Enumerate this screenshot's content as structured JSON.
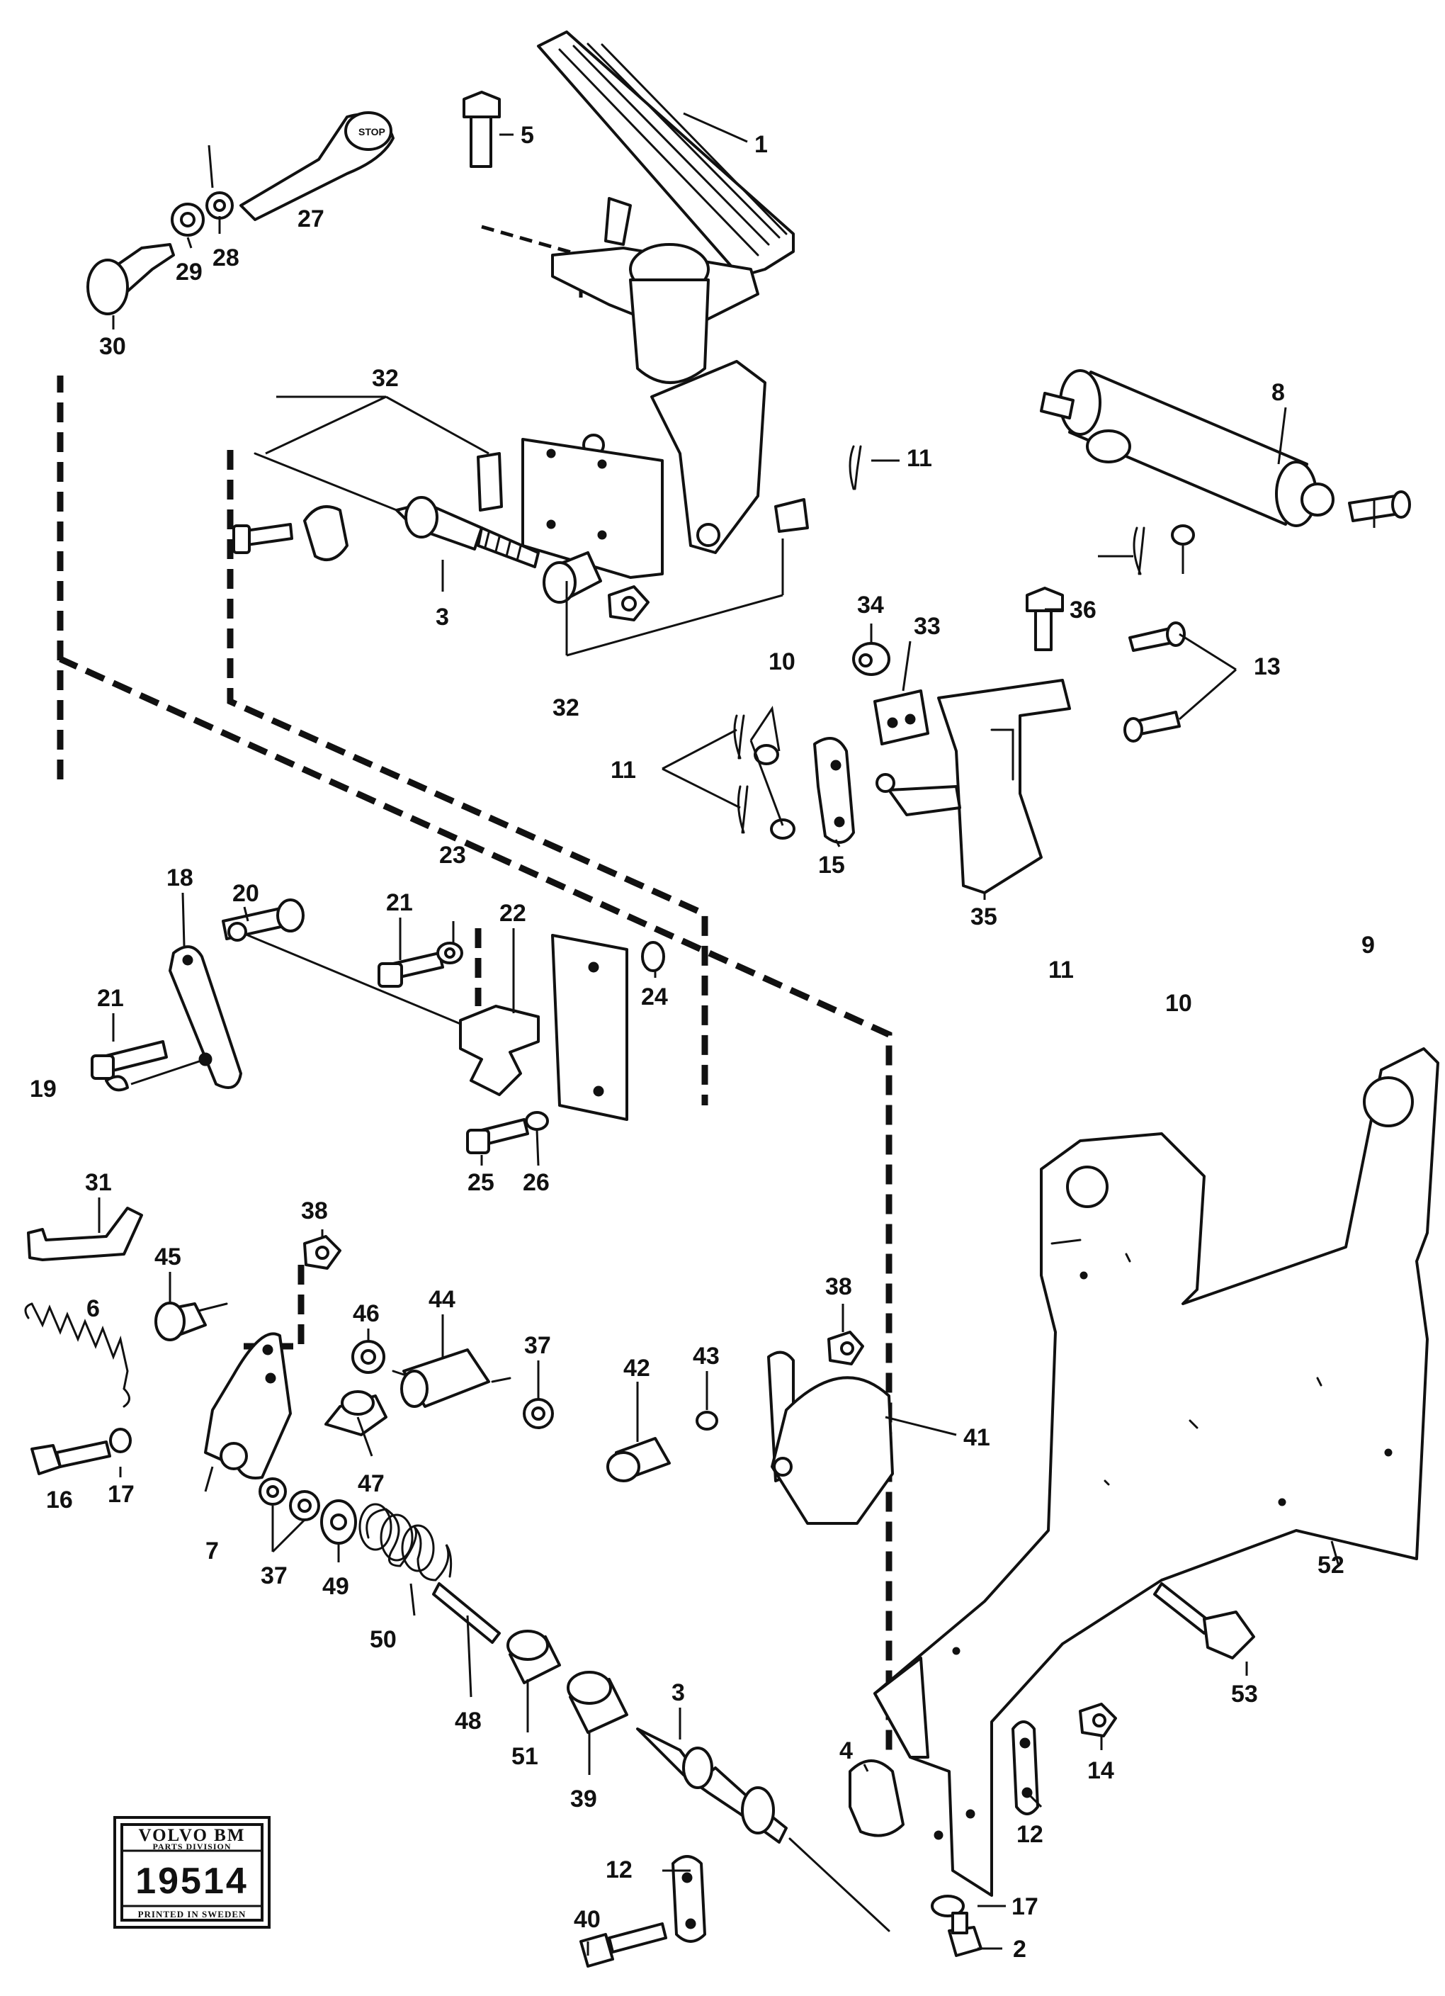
{
  "callouts": [
    {
      "id": "1",
      "label": "1"
    },
    {
      "id": "2",
      "label": "2"
    },
    {
      "id": "3a",
      "label": "3"
    },
    {
      "id": "3b",
      "label": "3"
    },
    {
      "id": "4",
      "label": "4"
    },
    {
      "id": "5",
      "label": "5"
    },
    {
      "id": "6",
      "label": "6"
    },
    {
      "id": "7",
      "label": "7"
    },
    {
      "id": "8",
      "label": "8"
    },
    {
      "id": "9",
      "label": "9"
    },
    {
      "id": "10a",
      "label": "10"
    },
    {
      "id": "10b",
      "label": "10"
    },
    {
      "id": "11a",
      "label": "11"
    },
    {
      "id": "11b",
      "label": "11"
    },
    {
      "id": "11c",
      "label": "11"
    },
    {
      "id": "12a",
      "label": "12"
    },
    {
      "id": "12b",
      "label": "12"
    },
    {
      "id": "13",
      "label": "13"
    },
    {
      "id": "14",
      "label": "14"
    },
    {
      "id": "15",
      "label": "15"
    },
    {
      "id": "16",
      "label": "16"
    },
    {
      "id": "17a",
      "label": "17"
    },
    {
      "id": "17b",
      "label": "17"
    },
    {
      "id": "18",
      "label": "18"
    },
    {
      "id": "19",
      "label": "19"
    },
    {
      "id": "20",
      "label": "20"
    },
    {
      "id": "21a",
      "label": "21"
    },
    {
      "id": "21b",
      "label": "21"
    },
    {
      "id": "22",
      "label": "22"
    },
    {
      "id": "23",
      "label": "23"
    },
    {
      "id": "24",
      "label": "24"
    },
    {
      "id": "25",
      "label": "25"
    },
    {
      "id": "26",
      "label": "26"
    },
    {
      "id": "27",
      "label": "27"
    },
    {
      "id": "28",
      "label": "28"
    },
    {
      "id": "29",
      "label": "29"
    },
    {
      "id": "30",
      "label": "30"
    },
    {
      "id": "31",
      "label": "31"
    },
    {
      "id": "32a",
      "label": "32"
    },
    {
      "id": "32b",
      "label": "32"
    },
    {
      "id": "33",
      "label": "33"
    },
    {
      "id": "34",
      "label": "34"
    },
    {
      "id": "35",
      "label": "35"
    },
    {
      "id": "36",
      "label": "36"
    },
    {
      "id": "37a",
      "label": "37"
    },
    {
      "id": "37b",
      "label": "37"
    },
    {
      "id": "38a",
      "label": "38"
    },
    {
      "id": "38b",
      "label": "38"
    },
    {
      "id": "39",
      "label": "39"
    },
    {
      "id": "40",
      "label": "40"
    },
    {
      "id": "41",
      "label": "41"
    },
    {
      "id": "42",
      "label": "42"
    },
    {
      "id": "43",
      "label": "43"
    },
    {
      "id": "44",
      "label": "44"
    },
    {
      "id": "45",
      "label": "45"
    },
    {
      "id": "46",
      "label": "46"
    },
    {
      "id": "47",
      "label": "47"
    },
    {
      "id": "48",
      "label": "48"
    },
    {
      "id": "49",
      "label": "49"
    },
    {
      "id": "50",
      "label": "50"
    },
    {
      "id": "51",
      "label": "51"
    },
    {
      "id": "52",
      "label": "52"
    },
    {
      "id": "53",
      "label": "53"
    }
  ],
  "knob_text": "STOP",
  "stamp": {
    "brand": "VOLVO BM",
    "division": "PARTS DIVISION",
    "number": "19514",
    "printed": "PRINTED IN SWEDEN"
  }
}
